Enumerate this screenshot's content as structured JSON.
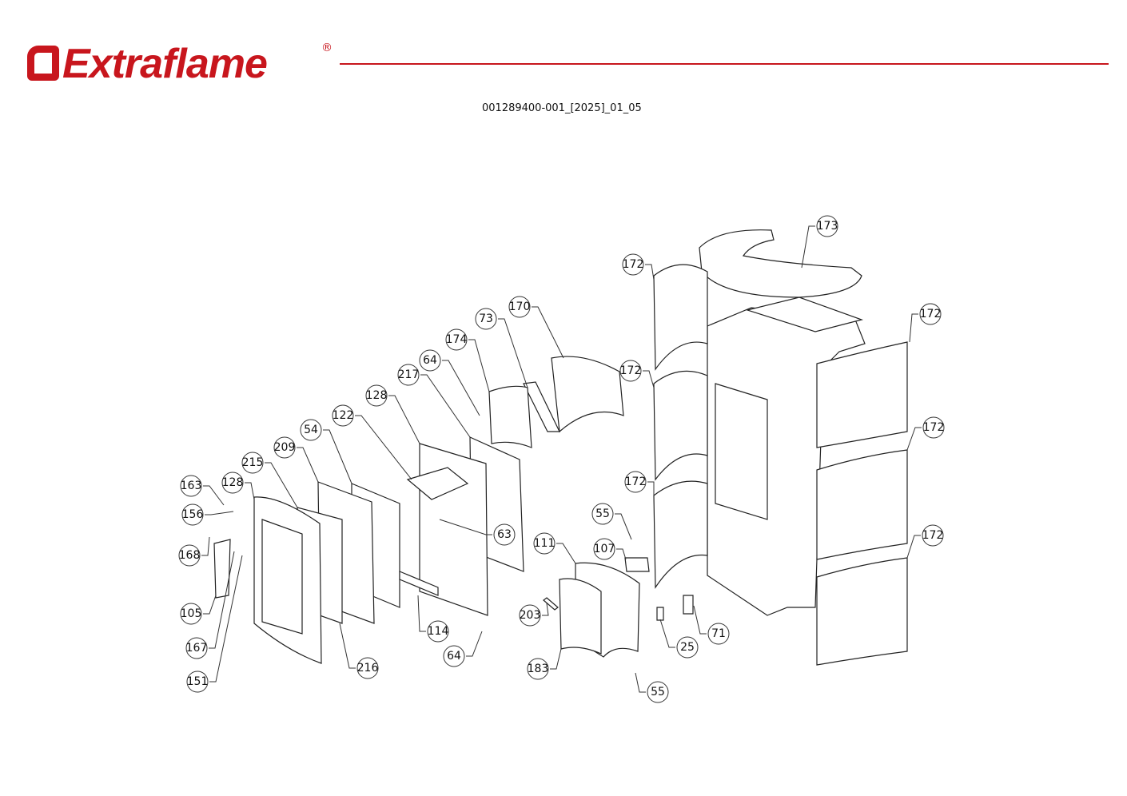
{
  "header": {
    "brand": "Extraflame",
    "registered": "®",
    "document_id": "001289400-001_[2025]_01_05"
  },
  "callouts": [
    "173",
    "172",
    "170",
    "73",
    "172",
    "174",
    "64",
    "217",
    "172",
    "128",
    "122",
    "54",
    "172",
    "209",
    "215",
    "128",
    "172",
    "163",
    "156",
    "55",
    "63",
    "172",
    "111",
    "107",
    "168",
    "105",
    "203",
    "114",
    "71",
    "25",
    "167",
    "64",
    "216",
    "183",
    "151",
    "55"
  ],
  "colors": {
    "brand": "#c8161d"
  }
}
